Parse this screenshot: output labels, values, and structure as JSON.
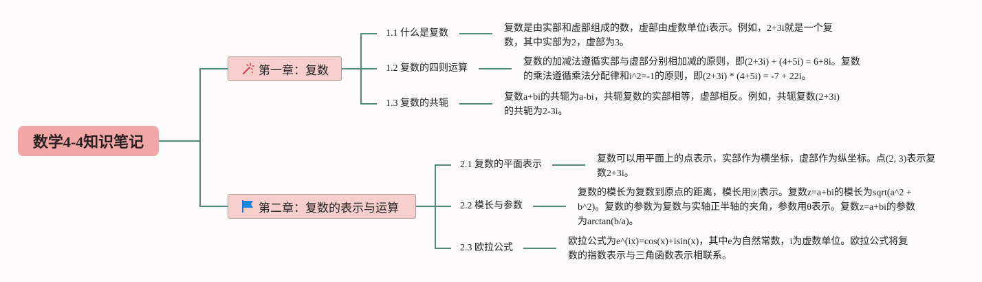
{
  "root": {
    "title": "数学4-4知识笔记"
  },
  "chapters": [
    {
      "title": "第一章：复数",
      "icon": "magic-wand-icon",
      "topics": [
        {
          "title": "1.1 什么是复数",
          "note": "复数是由实部和虚部组成的数，虚部由虚数单位i表示。例如，2+3i就是一个复数，其中实部为2，虚部为3。"
        },
        {
          "title": "1.2 复数的四则运算",
          "note": "复数的加减法遵循实部与虚部分别相加减的原则，即(2+3i) + (4+5i) = 6+8i。复数的乘法遵循乘法分配律和i^2=-1的原则，即(2+3i) * (4+5i) = -7 + 22i。"
        },
        {
          "title": "1.3 复数的共轭",
          "note": "复数a+bi的共轭为a-bi，共轭复数的实部相等，虚部相反。例如，共轭复数(2+3i)的共轭为2-3i。"
        }
      ]
    },
    {
      "title": "第二章：复数的表示与运算",
      "icon": "flag-icon",
      "topics": [
        {
          "title": "2.1 复数的平面表示",
          "note": "复数可以用平面上的点表示，实部作为横坐标，虚部作为纵坐标。点(2, 3)表示复数2+3i。"
        },
        {
          "title": "2.2 模长与参数",
          "note": "复数的模长为复数到原点的距离，模长用|z|表示。复数z=a+bi的模长为sqrt(a^2 + b^2)。复数的参数为复数与实轴正半轴的夹角，参数用θ表示。复数z=a+bi的参数为arctan(b/a)。"
        },
        {
          "title": "2.3 欧拉公式",
          "note": "欧拉公式为e^(ix)=cos(x)+isin(x)，其中e为自然常数，i为虚数单位。欧拉公式将复数的指数表示与三角函数表示相联系。"
        }
      ]
    }
  ]
}
